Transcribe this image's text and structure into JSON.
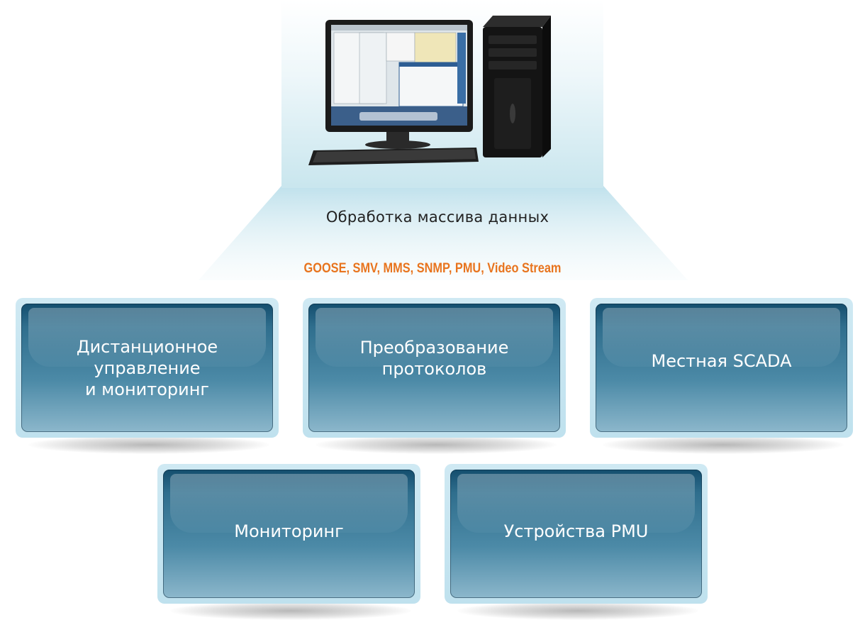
{
  "caption": "Обработка массива данных",
  "protocols": "GOOSE, SMV, MMS, SNMP, PMU, Video Stream",
  "cards": [
    {
      "label": "Дистанционное\nуправление\nи мониторинг"
    },
    {
      "label": "Преобразование\nпротоколов"
    },
    {
      "label": "Местная SCADA"
    },
    {
      "label": "Мониторинг"
    },
    {
      "label": "Устройства PMU"
    }
  ],
  "colors": {
    "protocols": "#e8741e",
    "card_top": "#144e6e",
    "card_bottom": "#8cb7cb",
    "beam": "#c9e6ee"
  }
}
